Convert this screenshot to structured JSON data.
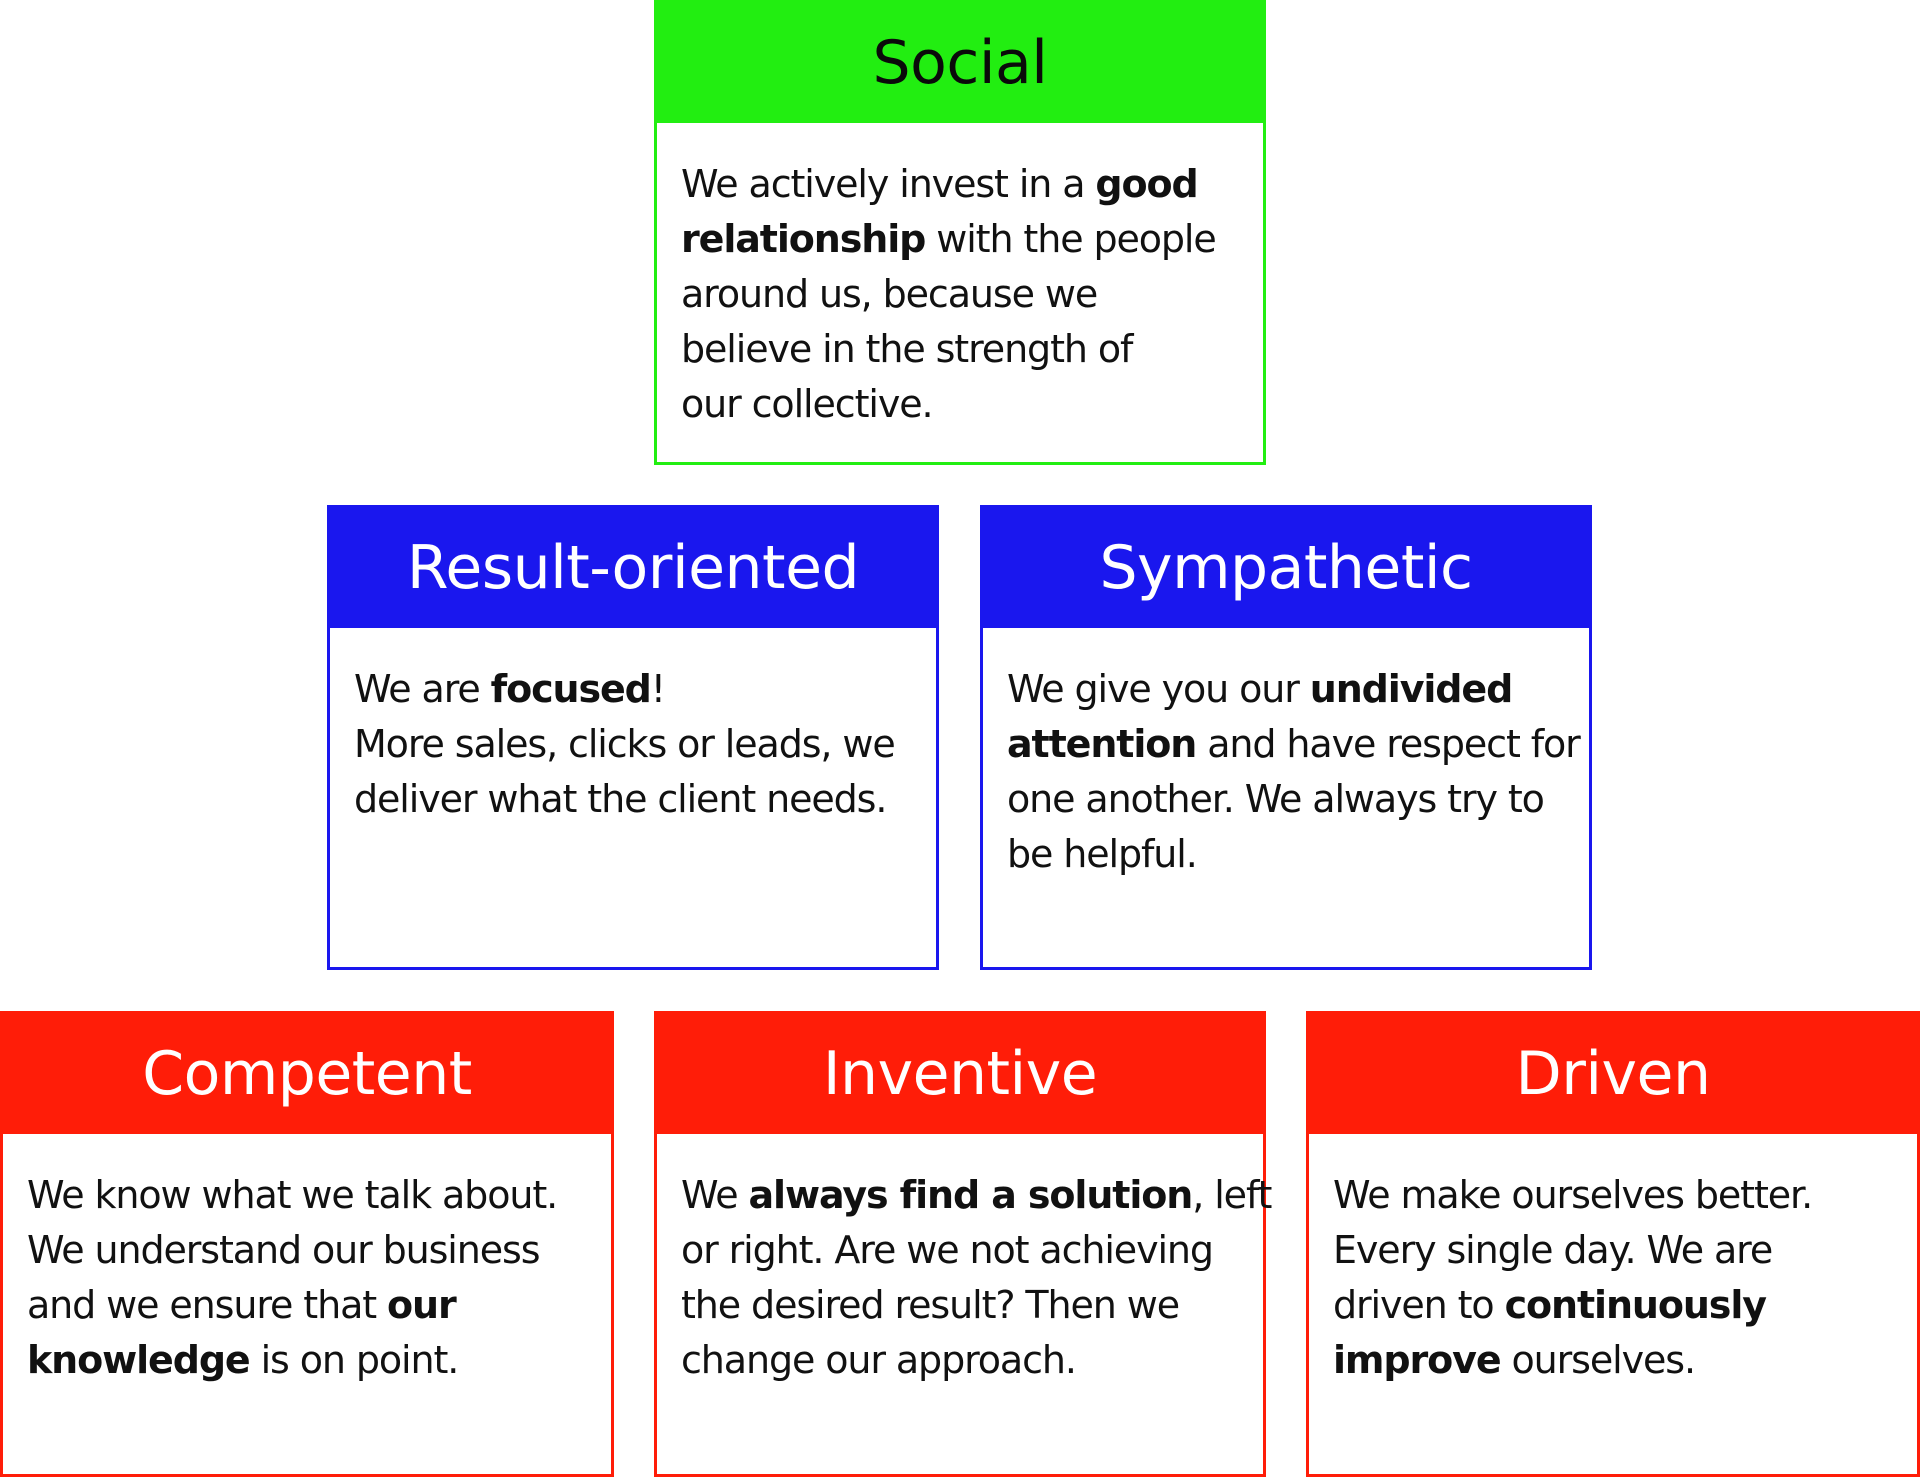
{
  "colors": {
    "social": "#22ee11",
    "result": "#1a17ee",
    "red": "#ff1d08",
    "social_title_text": "#0a0a0a",
    "title_text_light": "#ffffff"
  },
  "cards": {
    "social": {
      "title": "Social",
      "lines": [
        [
          {
            "t": "We actively invest in a "
          },
          {
            "t": "good",
            "b": true
          }
        ],
        [
          {
            "t": "relationship",
            "b": true
          },
          {
            "t": " with the people"
          }
        ],
        [
          {
            "t": "around us, because we"
          }
        ],
        [
          {
            "t": "believe in the strength of"
          }
        ],
        [
          {
            "t": "our collective."
          }
        ]
      ]
    },
    "result_oriented": {
      "title": "Result-oriented",
      "lines": [
        [
          {
            "t": "We are "
          },
          {
            "t": "focused",
            "b": true
          },
          {
            "t": "!"
          }
        ],
        [
          {
            "t": "More sales, clicks or leads, we"
          }
        ],
        [
          {
            "t": "deliver what the client needs."
          }
        ]
      ]
    },
    "sympathetic": {
      "title": "Sympathetic",
      "lines": [
        [
          {
            "t": "We give you our "
          },
          {
            "t": "undivided",
            "b": true
          }
        ],
        [
          {
            "t": "attention",
            "b": true
          },
          {
            "t": " and have respect for"
          }
        ],
        [
          {
            "t": "one another. We always try to"
          }
        ],
        [
          {
            "t": "be helpful."
          }
        ]
      ]
    },
    "competent": {
      "title": "Competent",
      "lines": [
        [
          {
            "t": "We know what we talk about."
          }
        ],
        [
          {
            "t": "We understand our business"
          }
        ],
        [
          {
            "t": "and we ensure that "
          },
          {
            "t": "our",
            "b": true
          }
        ],
        [
          {
            "t": "knowledge",
            "b": true
          },
          {
            "t": " is on point."
          }
        ]
      ]
    },
    "inventive": {
      "title": "Inventive",
      "lines": [
        [
          {
            "t": "We "
          },
          {
            "t": "always find a solution",
            "b": true
          },
          {
            "t": ", left"
          }
        ],
        [
          {
            "t": "or right. Are we not achieving"
          }
        ],
        [
          {
            "t": "the desired result? Then we"
          }
        ],
        [
          {
            "t": "change our approach."
          }
        ]
      ]
    },
    "driven": {
      "title": "Driven",
      "lines": [
        [
          {
            "t": "We make ourselves better."
          }
        ],
        [
          {
            "t": "Every single day. We are"
          }
        ],
        [
          {
            "t": "driven to "
          },
          {
            "t": "continuously",
            "b": true
          }
        ],
        [
          {
            "t": "improve",
            "b": true
          },
          {
            "t": " ourselves."
          }
        ]
      ]
    }
  }
}
